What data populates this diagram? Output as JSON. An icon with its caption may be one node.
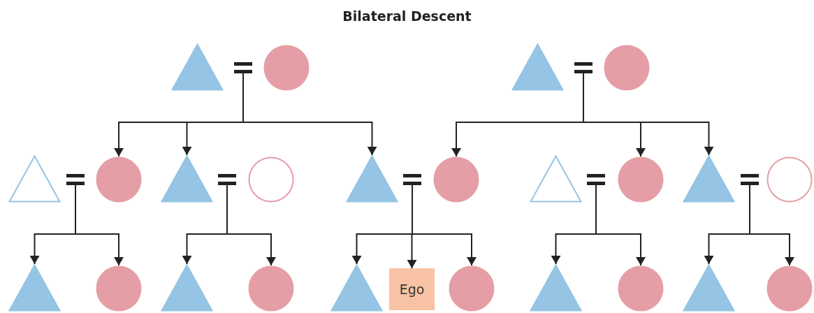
{
  "diagram": {
    "title": "Bilateral Descent",
    "nodes": [
      {
        "text": [],
        "shape": "triangle"
      },
      {
        "text": [],
        "shape": "equals"
      },
      {
        "text": [],
        "shape": "circle"
      },
      {
        "text": [],
        "shape": "triangle"
      },
      {
        "text": [],
        "shape": "equals"
      },
      {
        "text": [],
        "shape": "circle"
      },
      {
        "text": [],
        "shape": "triangle"
      },
      {
        "text": [],
        "shape": "equals"
      },
      {
        "text": [],
        "shape": "circle"
      },
      {
        "text": [],
        "shape": "triangle"
      },
      {
        "text": [],
        "shape": "equals"
      },
      {
        "text": [],
        "shape": "circle"
      },
      {
        "text": [],
        "shape": "triangle"
      },
      {
        "text": [],
        "shape": "equals"
      },
      {
        "text": [],
        "shape": "circle"
      },
      {
        "text": [],
        "shape": "triangle"
      },
      {
        "text": [],
        "shape": "equals"
      },
      {
        "text": [],
        "shape": "circle"
      },
      {
        "text": [],
        "shape": "triangle"
      },
      {
        "text": [],
        "shape": "equals"
      },
      {
        "text": [],
        "shape": "circle"
      },
      {
        "text": [],
        "shape": "triangle"
      },
      {
        "text": [],
        "shape": "circle"
      },
      {
        "text": [],
        "shape": "triangle"
      },
      {
        "text": [],
        "shape": "circle"
      },
      {
        "text": [],
        "shape": "triangle"
      },
      {
        "text": [
          "Ego"
        ]
      },
      {
        "text": [],
        "shape": "circle"
      },
      {
        "text": [],
        "shape": "triangle"
      },
      {
        "text": [],
        "shape": "circle"
      },
      {
        "text": [],
        "shape": "triangle"
      },
      {
        "text": [],
        "shape": "circle"
      }
    ],
    "edges": [
      {
        "from": 1,
        "to": 8,
        "arrow": "to"
      },
      {
        "from": 1,
        "to": 9,
        "arrow": "to"
      },
      {
        "from": 1,
        "to": 12,
        "arrow": "to"
      },
      {
        "from": 4,
        "to": 14,
        "arrow": "to"
      },
      {
        "from": 4,
        "to": 17,
        "arrow": "to"
      },
      {
        "from": 4,
        "to": 18,
        "arrow": "to"
      },
      {
        "from": 7,
        "to": 21,
        "arrow": "to"
      },
      {
        "from": 7,
        "to": 22,
        "arrow": "to"
      },
      {
        "from": 10,
        "to": 23,
        "arrow": "to"
      },
      {
        "from": 10,
        "to": 24,
        "arrow": "to"
      },
      {
        "from": 13,
        "to": 25,
        "arrow": "to"
      },
      {
        "from": 13,
        "to": 26,
        "arrow": "to"
      },
      {
        "from": 13,
        "to": 27,
        "arrow": "to"
      },
      {
        "from": 16,
        "to": 28,
        "arrow": "to"
      },
      {
        "from": 16,
        "to": 29,
        "arrow": "to"
      },
      {
        "from": 19,
        "to": 30,
        "arrow": "to"
      },
      {
        "from": 19,
        "to": 31,
        "arrow": "to"
      }
    ]
  }
}
